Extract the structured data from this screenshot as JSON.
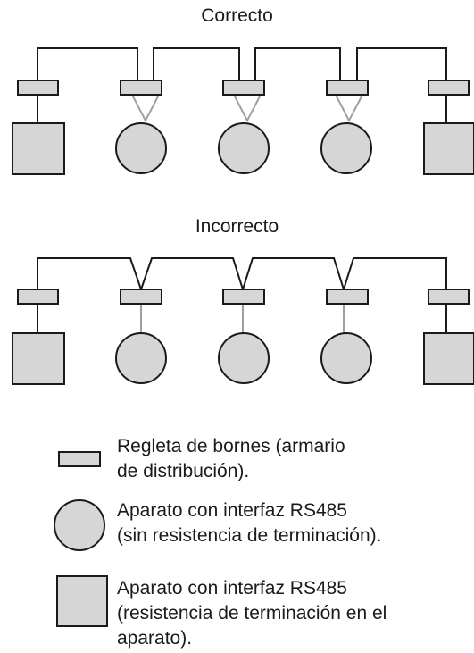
{
  "diagrams": {
    "correct_title": "Correcto",
    "incorrect_title": "Incorrecto"
  },
  "legend": {
    "terminal_strip": [
      "Regleta de bornes (armario",
      "de distribución)."
    ],
    "device_no_termination": [
      "Aparato con interfaz RS485",
      "(sin resistencia de terminación)."
    ],
    "device_with_termination": [
      "Aparato con interfaz RS485",
      "(resistencia de terminación en el",
      "aparato)."
    ]
  },
  "colors": {
    "line": "#1a1a1a",
    "fill": "#d6d6d6",
    "stub": "#a0a0a0"
  }
}
